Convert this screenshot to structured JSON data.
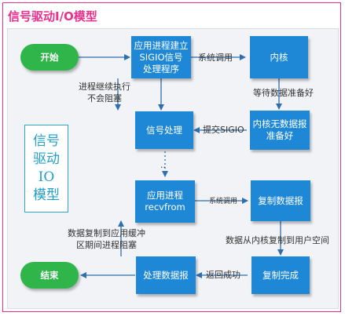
{
  "title": "信号驱动I/O模型",
  "side_label": "信号\n驱动\nIO\n模型",
  "nodes": {
    "start": "开始",
    "setup": "应用进程建立\nSIGIO信号\n处理程序",
    "kernel": "内核",
    "kernel_ready": "内核无数据报\n准备好",
    "signal_handler": "信号处理",
    "recvfrom": "应用进程\nrecvfrom",
    "copy_datagram": "复制数据报",
    "copy_done": "复制完成",
    "process_datagram": "处理数据报",
    "end": "结束"
  },
  "edges": {
    "syscall_1": "系统调用",
    "wait_ready": "等待数据准备好",
    "continue_exec": "进程继续执行\n不会阻塞",
    "deliver_sigio": "提交SIGIO",
    "dots": "..",
    "syscall_2": "系统调用",
    "copy_to_user": "数据从内核复制到用户空间",
    "return_success": "返回成功",
    "blocked_copy": "数据复制到应用缓冲\n区期间进程阻塞"
  },
  "colors": {
    "frame": "#e8308c",
    "node": "#1e88d6",
    "pill": "#2fb54a",
    "arrow": "#2f6fae",
    "side_text": "#20a0c8"
  }
}
